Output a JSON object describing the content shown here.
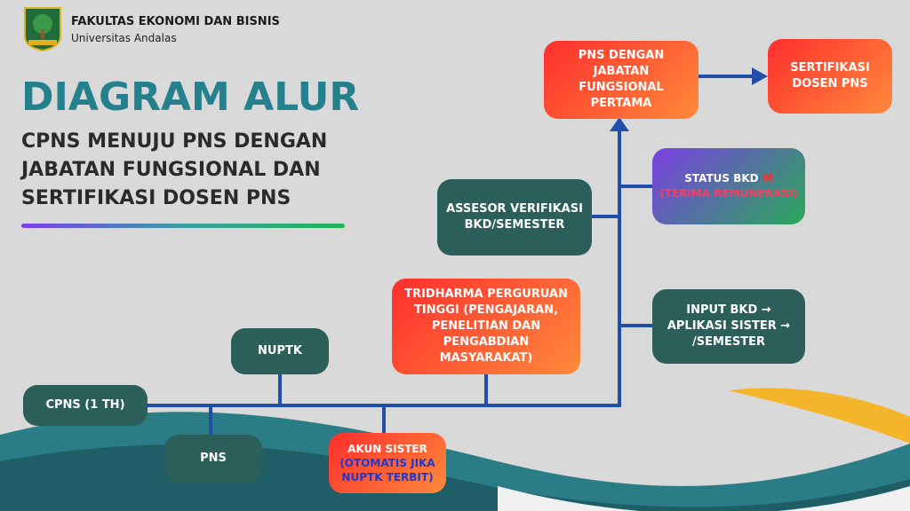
{
  "header": {
    "faculty": "FAKULTAS EKONOMI DAN BISNIS",
    "university": "Universitas Andalas"
  },
  "title": "DIAGRAM ALUR",
  "subtitle": "CPNS MENUJU PNS DENGAN JABATAN FUNGSIONAL DAN SERTIFIKASI DOSEN PNS",
  "nodes": {
    "cpns": "CPNS (1 TH)",
    "pns": "PNS",
    "nuptk": "NUPTK",
    "akun_line1": "AKUN SISTER",
    "akun_line2": "(OTOMATIS JIKA NUPTK TERBIT)",
    "tridharma": "TRIDHARMA PERGURUAN TINGGI (PENGAJARAN, PENELITIAN DAN PENGABDIAN MASYARAKAT)",
    "assesor": "ASSESOR VERIFIKASI BKD/SEMESTER",
    "status_prefix": "STATUS BKD ",
    "status_m": "M",
    "status_line2": "(TERIMA REMUNERASI)",
    "input_bkd": "INPUT BKD → APLIKASI SISTER → /SEMESTER",
    "pns_jabatan": "PNS DENGAN JABATAN FUNGSIONAL PERTAMA",
    "sertifikasi": "SERTIFIKASI DOSEN PNS"
  },
  "colors": {
    "teal": "#2c5f59",
    "title": "#23808c",
    "line": "#1f4fa8",
    "orange_start": "#ff2e2e",
    "orange_end": "#ff8a3a"
  }
}
